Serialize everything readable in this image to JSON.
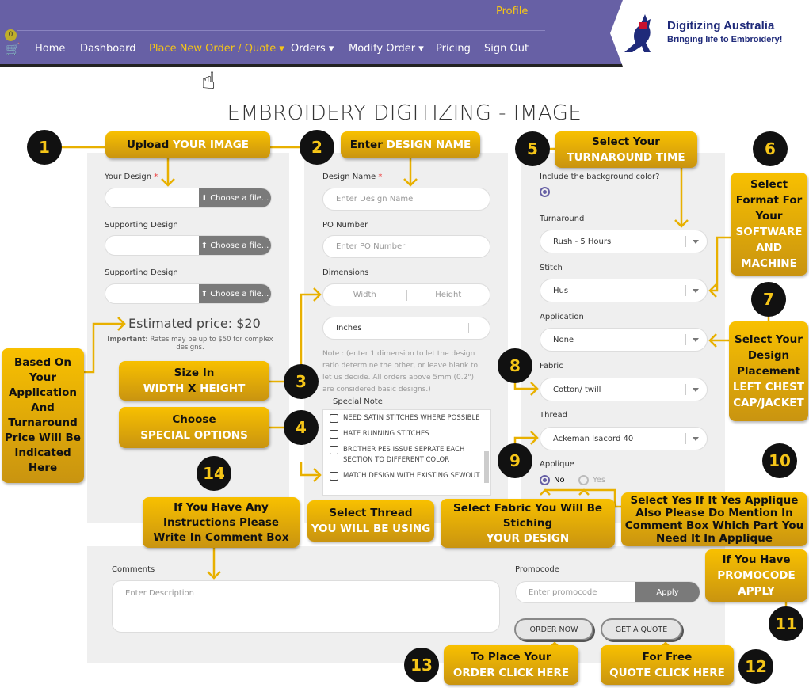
{
  "header": {
    "profile": "Profile",
    "cart_count": "0",
    "nav": [
      "Home",
      "Dashboard",
      "Place New Order / Quote ▾",
      "Orders ▾",
      "Modify Order ▾",
      "Pricing",
      "Sign Out"
    ],
    "logo_title": "Digitizing Australia",
    "logo_tagline": "Bringing life to Embroidery!"
  },
  "title": "EMBROIDERY DIGITIZING - IMAGE",
  "upload": {
    "your_design": "Your Design",
    "req": "*",
    "supporting1": "Supporting Design",
    "supporting2": "Supporting Design",
    "choose": "Choose a file...",
    "price": "Estimated price: $20",
    "important_label": "Important:",
    "important": " Rates may be up to $50 for complex designs."
  },
  "design": {
    "name_label": "Design Name",
    "name_ph": "Enter Design Name",
    "po_label": "PO Number",
    "po_ph": "Enter PO Number",
    "dim_label": "Dimensions",
    "width": "Width",
    "height": "Height",
    "unit": "Inches",
    "note": "Note : (enter 1 dimension to let the design ratio determine the other, or leave blank to let us decide. All orders above 5mm (0.2\") are considered basic designs.)",
    "special_label": "Special Note",
    "options": [
      "NEED SATIN STITCHES WHERE POSSIBLE",
      "HATE RUNNING STITCHES",
      "BROTHER PES ISSUE SEPRATE EACH SECTION TO DIFFERENT COLOR",
      "MATCH DESIGN WITH EXISTING SEWOUT"
    ]
  },
  "specs": {
    "bg_label": "Include the background color?",
    "turnaround_label": "Turnaround",
    "turnaround": "Rush - 5 Hours",
    "stitch_label": "Stitch",
    "stitch": "Hus",
    "application_label": "Application",
    "application": "None",
    "fabric_label": "Fabric",
    "fabric": "Cotton/ twill",
    "thread_label": "Thread",
    "thread": "Ackeman Isacord 40",
    "applique_label": "Applique",
    "no": "No",
    "yes": "Yes"
  },
  "bottom": {
    "comments_label": "Comments",
    "comments_ph": "Enter Description",
    "promo_label": "Promocode",
    "promo_ph": "Enter promocode",
    "apply": "Apply",
    "order_now": "ORDER NOW",
    "get_quote": "GET A QUOTE"
  },
  "callouts": {
    "c1": {
      "num": "1",
      "a": "Upload ",
      "b": "YOUR IMAGE"
    },
    "c2": {
      "num": "2",
      "a": "Enter ",
      "b": "DESIGN NAME"
    },
    "c3": {
      "num": "3",
      "a": "Size In",
      "b": "WIDTH ",
      "x": "X",
      "b2": " HEIGHT"
    },
    "c4": {
      "num": "4",
      "a": "Choose",
      "b": "SPECIAL OPTIONS"
    },
    "c5": {
      "num": "5",
      "a": "Select Your",
      "b": "TURNAROUND TIME"
    },
    "c6": {
      "num": "6",
      "a": "Select Format For Your",
      "b": "SOFTWARE AND MACHINE"
    },
    "c7": {
      "num": "7",
      "a": "Select Your Design Placement",
      "b": "LEFT CHEST CAP/JACKET"
    },
    "c8": {
      "num": "8",
      "a": "Select Fabric You Will Be Stiching",
      "b": "YOUR DESIGN"
    },
    "c9": {
      "num": "9",
      "a": "Select Thread",
      "b": "YOU WILL BE USING"
    },
    "c10": {
      "num": "10",
      "a": "Select Yes If It Yes Applique Also Please Do Mention In Comment Box Which Part You Need It In Applique"
    },
    "c11": {
      "num": "11",
      "a": "If You Have",
      "b": "PROMOCODE APPLY"
    },
    "c12": {
      "num": "12",
      "a": "For Free",
      "b": "QUOTE CLICK HERE"
    },
    "c13": {
      "num": "13",
      "a": "To Place Your",
      "b": "ORDER CLICK HERE"
    },
    "c14": {
      "num": "14",
      "a": "If You Have Any Instructions Please Write In Comment Box"
    },
    "price": {
      "a": "Based On Your Application And Turnaround Price Will Be Indicated Here"
    }
  },
  "colors": {
    "header": "#6760a5",
    "accent": "#f5c518",
    "callout": "#f8c000"
  }
}
